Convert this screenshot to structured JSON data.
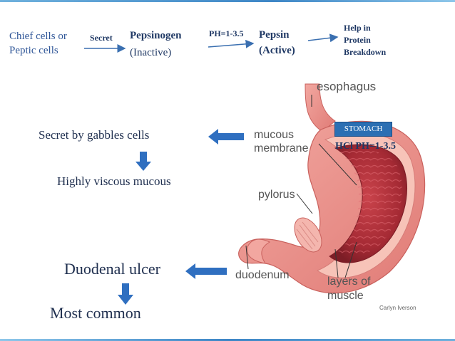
{
  "flow": {
    "source_line1": "Chief cells or",
    "source_line2": "Peptic cells",
    "secret_label": "Secret",
    "pepsinogen": "Pepsinogen",
    "pepsinogen_state": "(Inactive)",
    "ph_label": "PH=1-3.5",
    "pepsin": "Pepsin",
    "pepsin_state": "(Active)",
    "help_line1": "Help in",
    "help_line2": "Protein",
    "help_line3": "Breakdown"
  },
  "left_chain": {
    "secret_by": "Secret  by gabbles cells",
    "viscous": "Highly viscous mucous",
    "ulcer": "Duodenal ulcer",
    "common": "Most common"
  },
  "diagram": {
    "labels": {
      "esophagus": "esophagus",
      "mucous1": "mucous",
      "mucous2": "membrane",
      "pylorus": "pylorus",
      "duodenum": "duodenum",
      "layers1": "layers of",
      "layers2": "muscle",
      "credit": "Carlyn Iverson"
    },
    "stomach_badge": "STOMACH",
    "hcl_label": "HCl PH=1-3.5"
  },
  "colors": {
    "accent_blue": "#2e5597",
    "arrow_blue": "#2f6fc0",
    "stomach_pink": "#e98b86",
    "stomach_dark": "#b4373a"
  }
}
